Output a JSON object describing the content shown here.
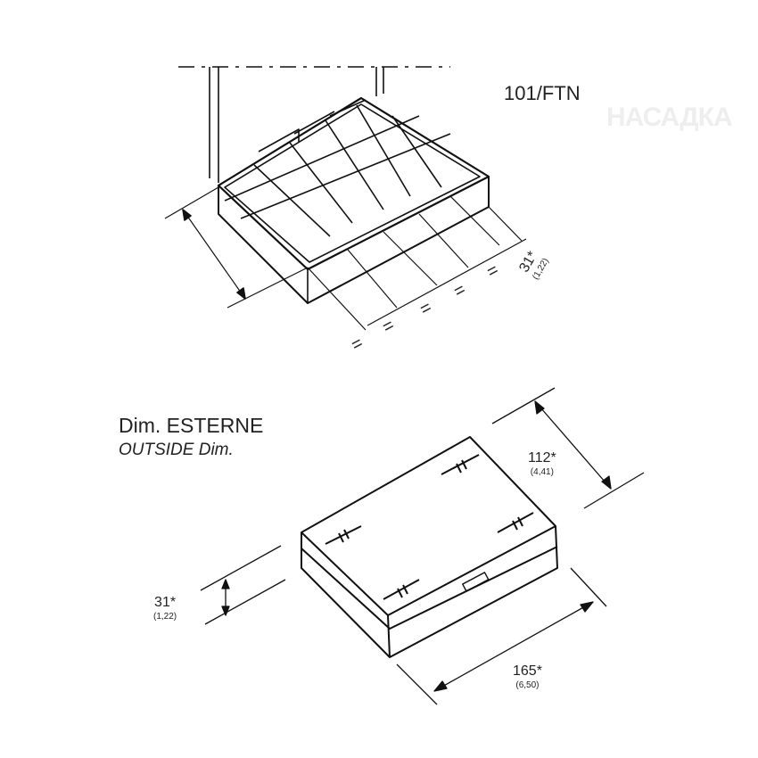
{
  "model_label": "101/FTN",
  "watermark": "НАСАДКА",
  "heading": {
    "title": "Dim. ESTERNE",
    "subtitle": "OUTSIDE Dim."
  },
  "top_view": {
    "compartment_height": {
      "value": "31*",
      "inches": "(1,22)"
    },
    "equal_marks": [
      "=",
      "=",
      "=",
      "=",
      "="
    ]
  },
  "outside_dims": {
    "depth": {
      "value": "112*",
      "inches": "(4,41)"
    },
    "height": {
      "value": "31*",
      "inches": "(1,22)"
    },
    "length": {
      "value": "165*",
      "inches": "(6,50)"
    }
  }
}
